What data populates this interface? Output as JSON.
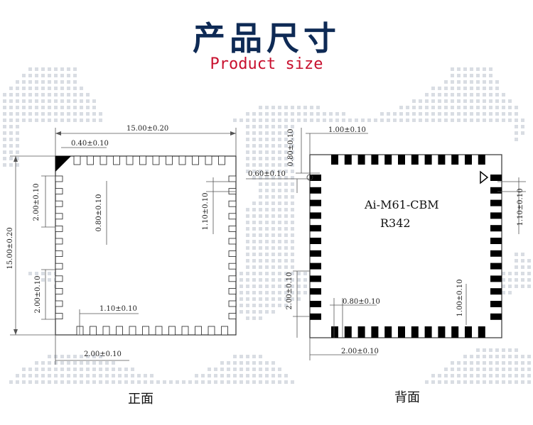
{
  "header": {
    "title": "产品尺寸",
    "subtitle": "Product size"
  },
  "front": {
    "caption": "正面",
    "dim_width": "15.00±0.20",
    "dim_height": "15.00±0.20",
    "dim_corner": "0.40±0.10",
    "dim_pad_pitch_left": "2.00±0.10",
    "dim_pad_width": "0.80±0.10",
    "dim_pad_length_right": "1.10±0.10",
    "dim_pad_pitch_left_lower": "2.00±0.10",
    "dim_pad_length_bottom": "1.10±0.10",
    "dim_pad_pitch_bottom": "2.00±0.10"
  },
  "back": {
    "caption": "背面",
    "model": "Ai-M61-CBM",
    "revision": "R342",
    "dim_pad_length_top": "1.00±0.10",
    "dim_pad_width_top": "0.80±0.10",
    "dim_pin1": "0.60±0.10",
    "dim_pad_length_right": "1.10±0.10",
    "dim_pad_pitch_left": "2.00±0.10",
    "dim_pad_width_bottom": "0.80±0.10",
    "dim_pad_length_bottom": "1.00±0.10",
    "dim_pad_pitch_bottom": "2.00±0.10"
  },
  "colors": {
    "title": "#0e2a55",
    "subtitle": "#c8102e",
    "pad": "#000000",
    "background_dots": "#d9dde3"
  }
}
